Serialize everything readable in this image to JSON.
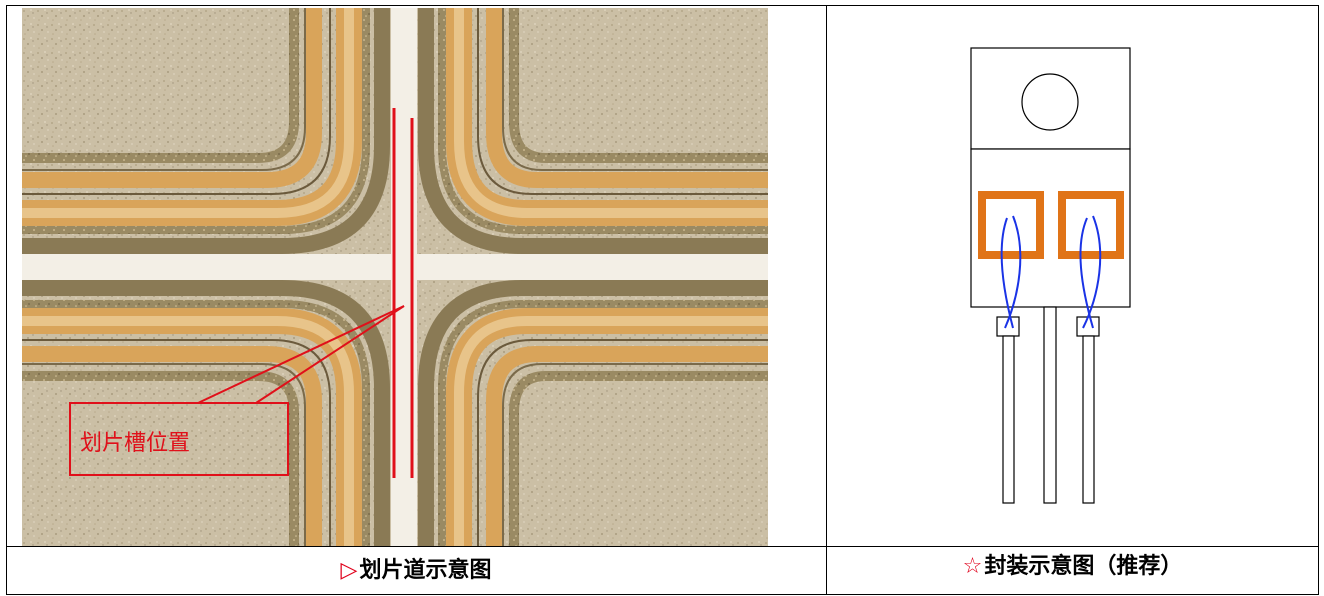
{
  "left_panel": {
    "annotation": "划片槽位置"
  },
  "captions": {
    "left_marker": "▷",
    "left_text": "划片道示意图",
    "right_marker": "☆",
    "right_text": "封装示意图（推荐）"
  },
  "colors": {
    "die_field": "#cfc3aa",
    "metal_ring": "#d6a25a",
    "street": "#f3efe6",
    "scribe_line": "#e0101a",
    "pad_frame": "#e07418",
    "bond_wire": "#1a33e6",
    "caption_marker": "#e0001b"
  }
}
